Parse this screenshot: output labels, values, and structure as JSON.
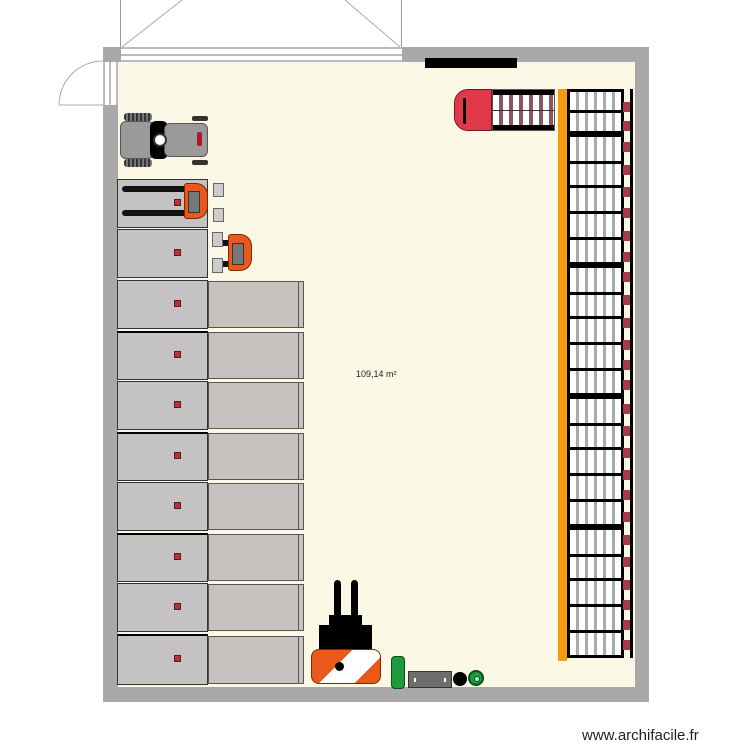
{
  "plan": {
    "area_label": "109,14 m²",
    "watermark": "www.archifacile.fr",
    "colors": {
      "floor": "#fcf8e6",
      "wall": "#a9a9a9",
      "forklift_orange": "#e8591a",
      "rack_upright": "#f39c12",
      "marker_red": "#b3353b",
      "pallet_gray": "#c4c2c2",
      "green": "#1e9a3c"
    },
    "left_bays": [
      {
        "id": 1,
        "occupant": "reach-truck"
      },
      {
        "id": 2,
        "occupant": "pallet"
      },
      {
        "id": 3,
        "occupant": "pallet"
      },
      {
        "id": 4,
        "occupant": "pallet"
      },
      {
        "id": 5,
        "occupant": "pallet"
      },
      {
        "id": 6,
        "occupant": "pallet"
      },
      {
        "id": 7,
        "occupant": "pallet"
      },
      {
        "id": 8,
        "occupant": "pallet"
      },
      {
        "id": 9,
        "occupant": "pallet"
      },
      {
        "id": 10,
        "occupant": "pallet"
      }
    ],
    "racks": [
      {
        "id": 1,
        "levels": 2
      },
      {
        "id": 2,
        "levels": 5
      },
      {
        "id": 3,
        "levels": 5
      },
      {
        "id": 4,
        "levels": 5
      },
      {
        "id": 5,
        "levels": 5
      }
    ]
  }
}
